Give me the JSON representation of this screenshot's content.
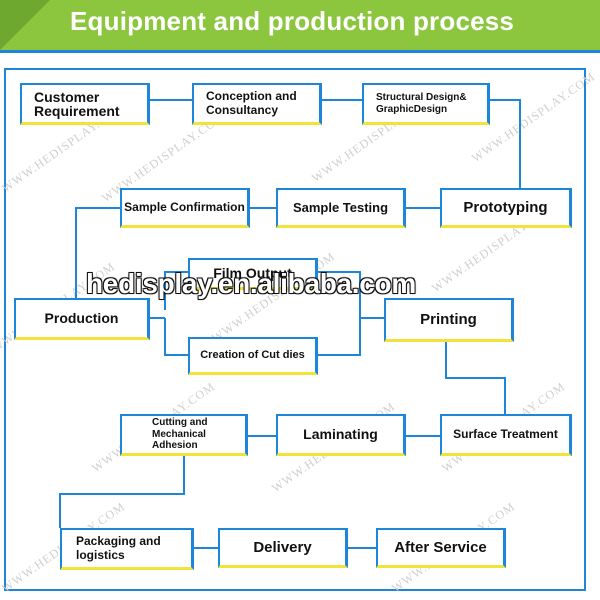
{
  "header": {
    "title": "Equipment and production process"
  },
  "watermark": {
    "text": "WWW.HEDISPLAY.COM"
  },
  "overlay": {
    "text": "hedisplay.en.alibaba.com"
  },
  "colors": {
    "banner": "#8cc63e",
    "line": "#1e86d8",
    "box_accent": "#f2e23a"
  },
  "steps": {
    "customer_requirement": "Customer Requirement",
    "conception": "Conception and Consultancy",
    "structural_design": "Structural Design& GraphicDesign",
    "prototyping": "Prototyping",
    "sample_testing": "Sample Testing",
    "sample_confirmation": "Sample Confirmation",
    "film_output": "Film Output",
    "production": "Production",
    "printing": "Printing",
    "cut_dies": "Creation of Cut dies",
    "surface_treatment": "Surface Treatment",
    "laminating": "Laminating",
    "cutting": "Cutting and Mechanical Adhesion",
    "packaging": "Packaging and logistics",
    "delivery": "Delivery",
    "after_service": "After Service"
  }
}
